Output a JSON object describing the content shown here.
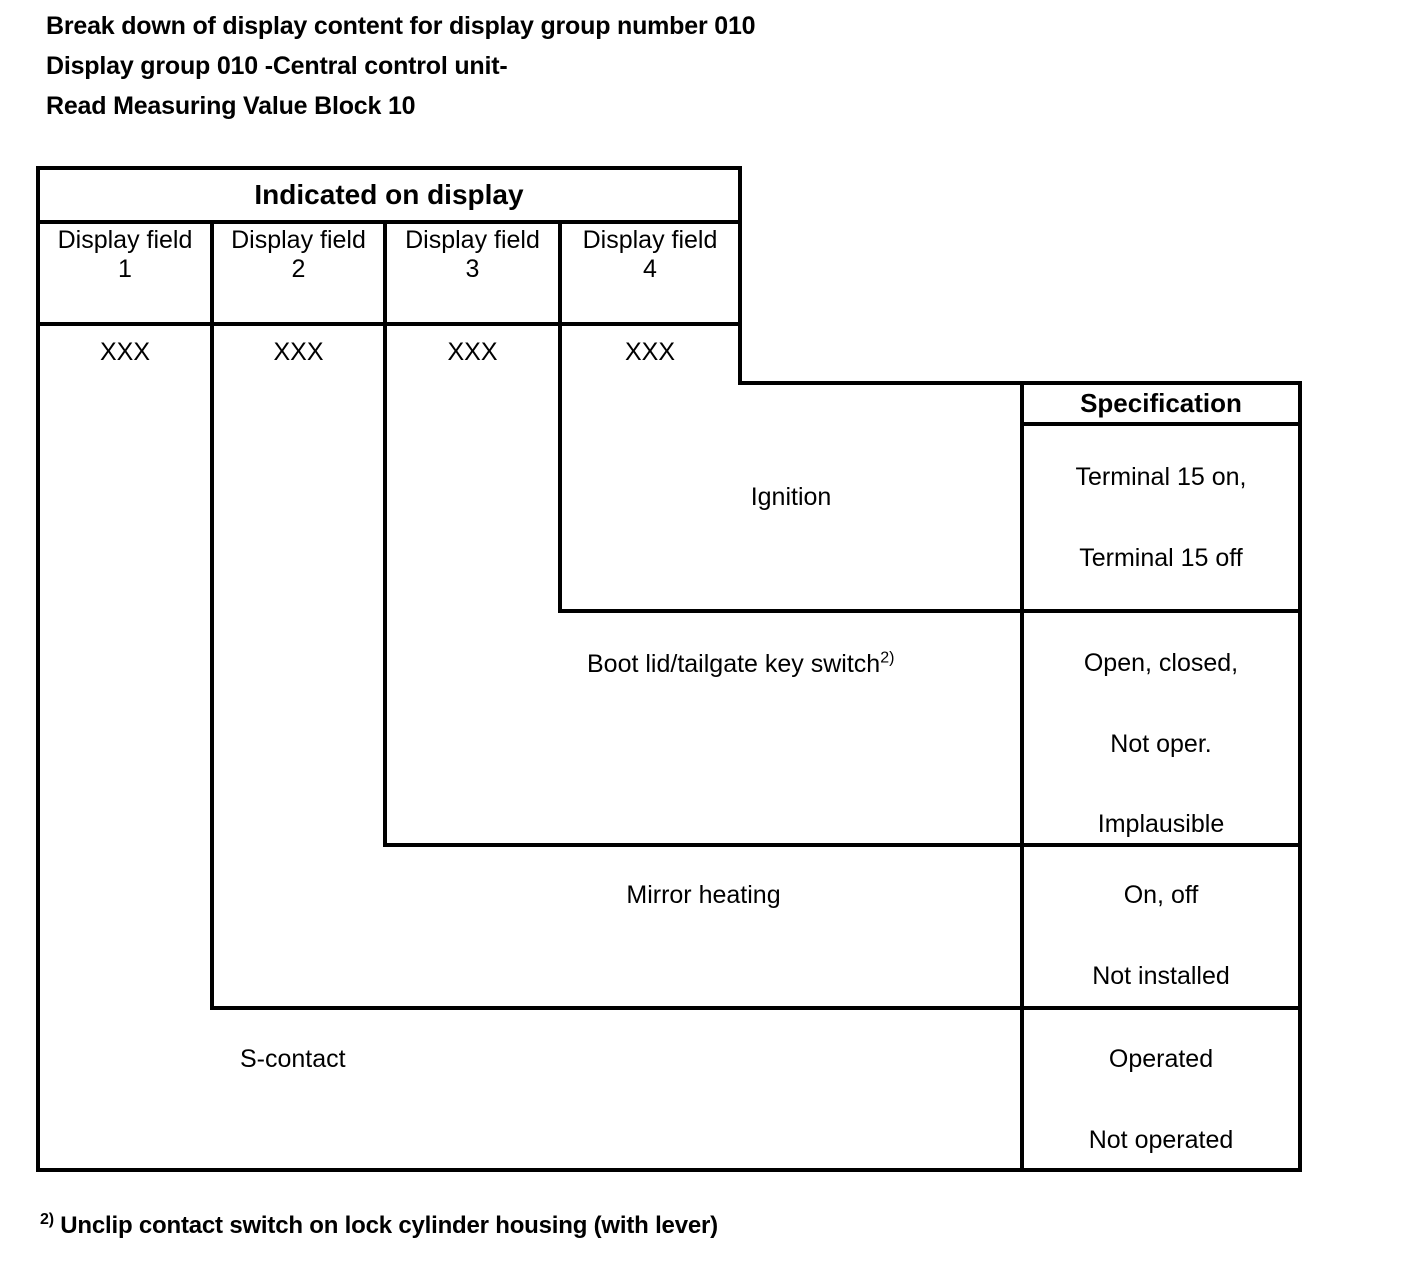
{
  "headings": [
    "Break down of display content for display group number 010",
    "Display group 010 -Central control unit-",
    "Read Measuring Value Block 10"
  ],
  "table": {
    "group_header": "Indicated on display",
    "spec_header": "Specification",
    "display_fields": [
      {
        "label": "Display field",
        "number": "1",
        "value": "XXX"
      },
      {
        "label": "Display field",
        "number": "2",
        "value": "XXX"
      },
      {
        "label": "Display field",
        "number": "3",
        "value": "XXX"
      },
      {
        "label": "Display field",
        "number": "4",
        "value": "XXX"
      }
    ],
    "rows": [
      {
        "description": "Ignition",
        "footnote_marker": "",
        "align": "center",
        "spec": [
          "Terminal 15 on,",
          "Terminal 15 off"
        ]
      },
      {
        "description": "Boot lid/tailgate key switch",
        "footnote_marker": "2)",
        "align": "left",
        "spec": [
          "Open, closed,",
          "Not oper.",
          "Implausible"
        ]
      },
      {
        "description": "Mirror heating",
        "footnote_marker": "",
        "align": "center",
        "spec": [
          "On, off",
          "Not installed"
        ]
      },
      {
        "description": "S-contact",
        "footnote_marker": "",
        "align": "left",
        "spec": [
          "Operated",
          "Not operated"
        ]
      }
    ]
  },
  "footnote": {
    "marker": "2)",
    "text": " Unclip contact switch on lock cylinder housing (with lever)"
  },
  "colors": {
    "background": "#ffffff",
    "ink": "#000000",
    "rule": "#000000"
  }
}
